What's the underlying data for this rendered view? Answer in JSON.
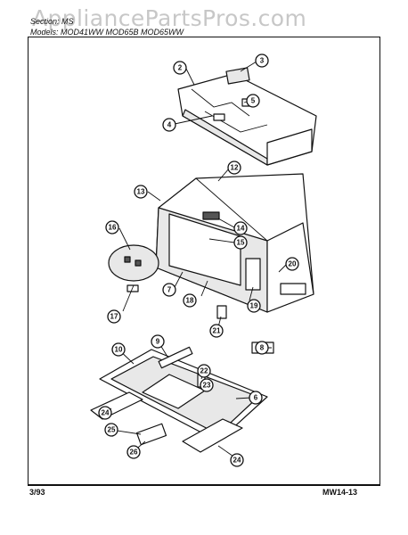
{
  "header": {
    "section": "Section: MS",
    "models": "Models:  MOD41WW  MOD65B  MOD65WW"
  },
  "watermark": "AppliancePartsPros.com",
  "footer": {
    "date": "3/93",
    "code": "MW14-13"
  },
  "callouts": [
    "2",
    "3",
    "4",
    "5",
    "12",
    "13",
    "14",
    "15",
    "16",
    "7",
    "18",
    "17",
    "20",
    "19",
    "21",
    "8",
    "10",
    "9",
    "22",
    "23",
    "6",
    "24",
    "25",
    "26",
    "24"
  ]
}
